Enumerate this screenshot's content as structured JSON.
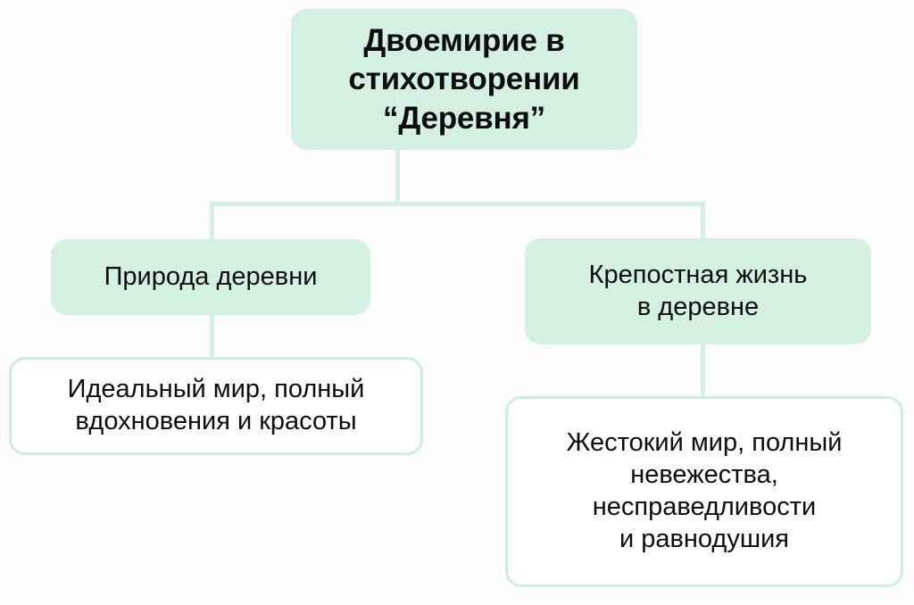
{
  "page": {
    "background_color": "#fcfcfc",
    "accent_color": "#d3f0e3",
    "border_color": "#cdeedf",
    "text_color": "#0d0d0d"
  },
  "diagram": {
    "type": "tree",
    "root": {
      "id": "root",
      "label": "Двоемирие в\nстихотворении\n“Деревня”",
      "style": "filled"
    },
    "branches": [
      {
        "id": "nature",
        "label": "Природа деревни",
        "style": "filled",
        "child": {
          "id": "nature-detail",
          "label": "Идеальный мир, полный\nвдохновения и красоты",
          "style": "outlined"
        }
      },
      {
        "id": "serfdom",
        "label": "Крепостная жизнь\nв деревне",
        "style": "filled",
        "child": {
          "id": "serfdom-detail",
          "label": "Жестокий мир, полный\nневежества,\nнесправедливости\nи равнодушия",
          "style": "outlined"
        }
      }
    ]
  }
}
